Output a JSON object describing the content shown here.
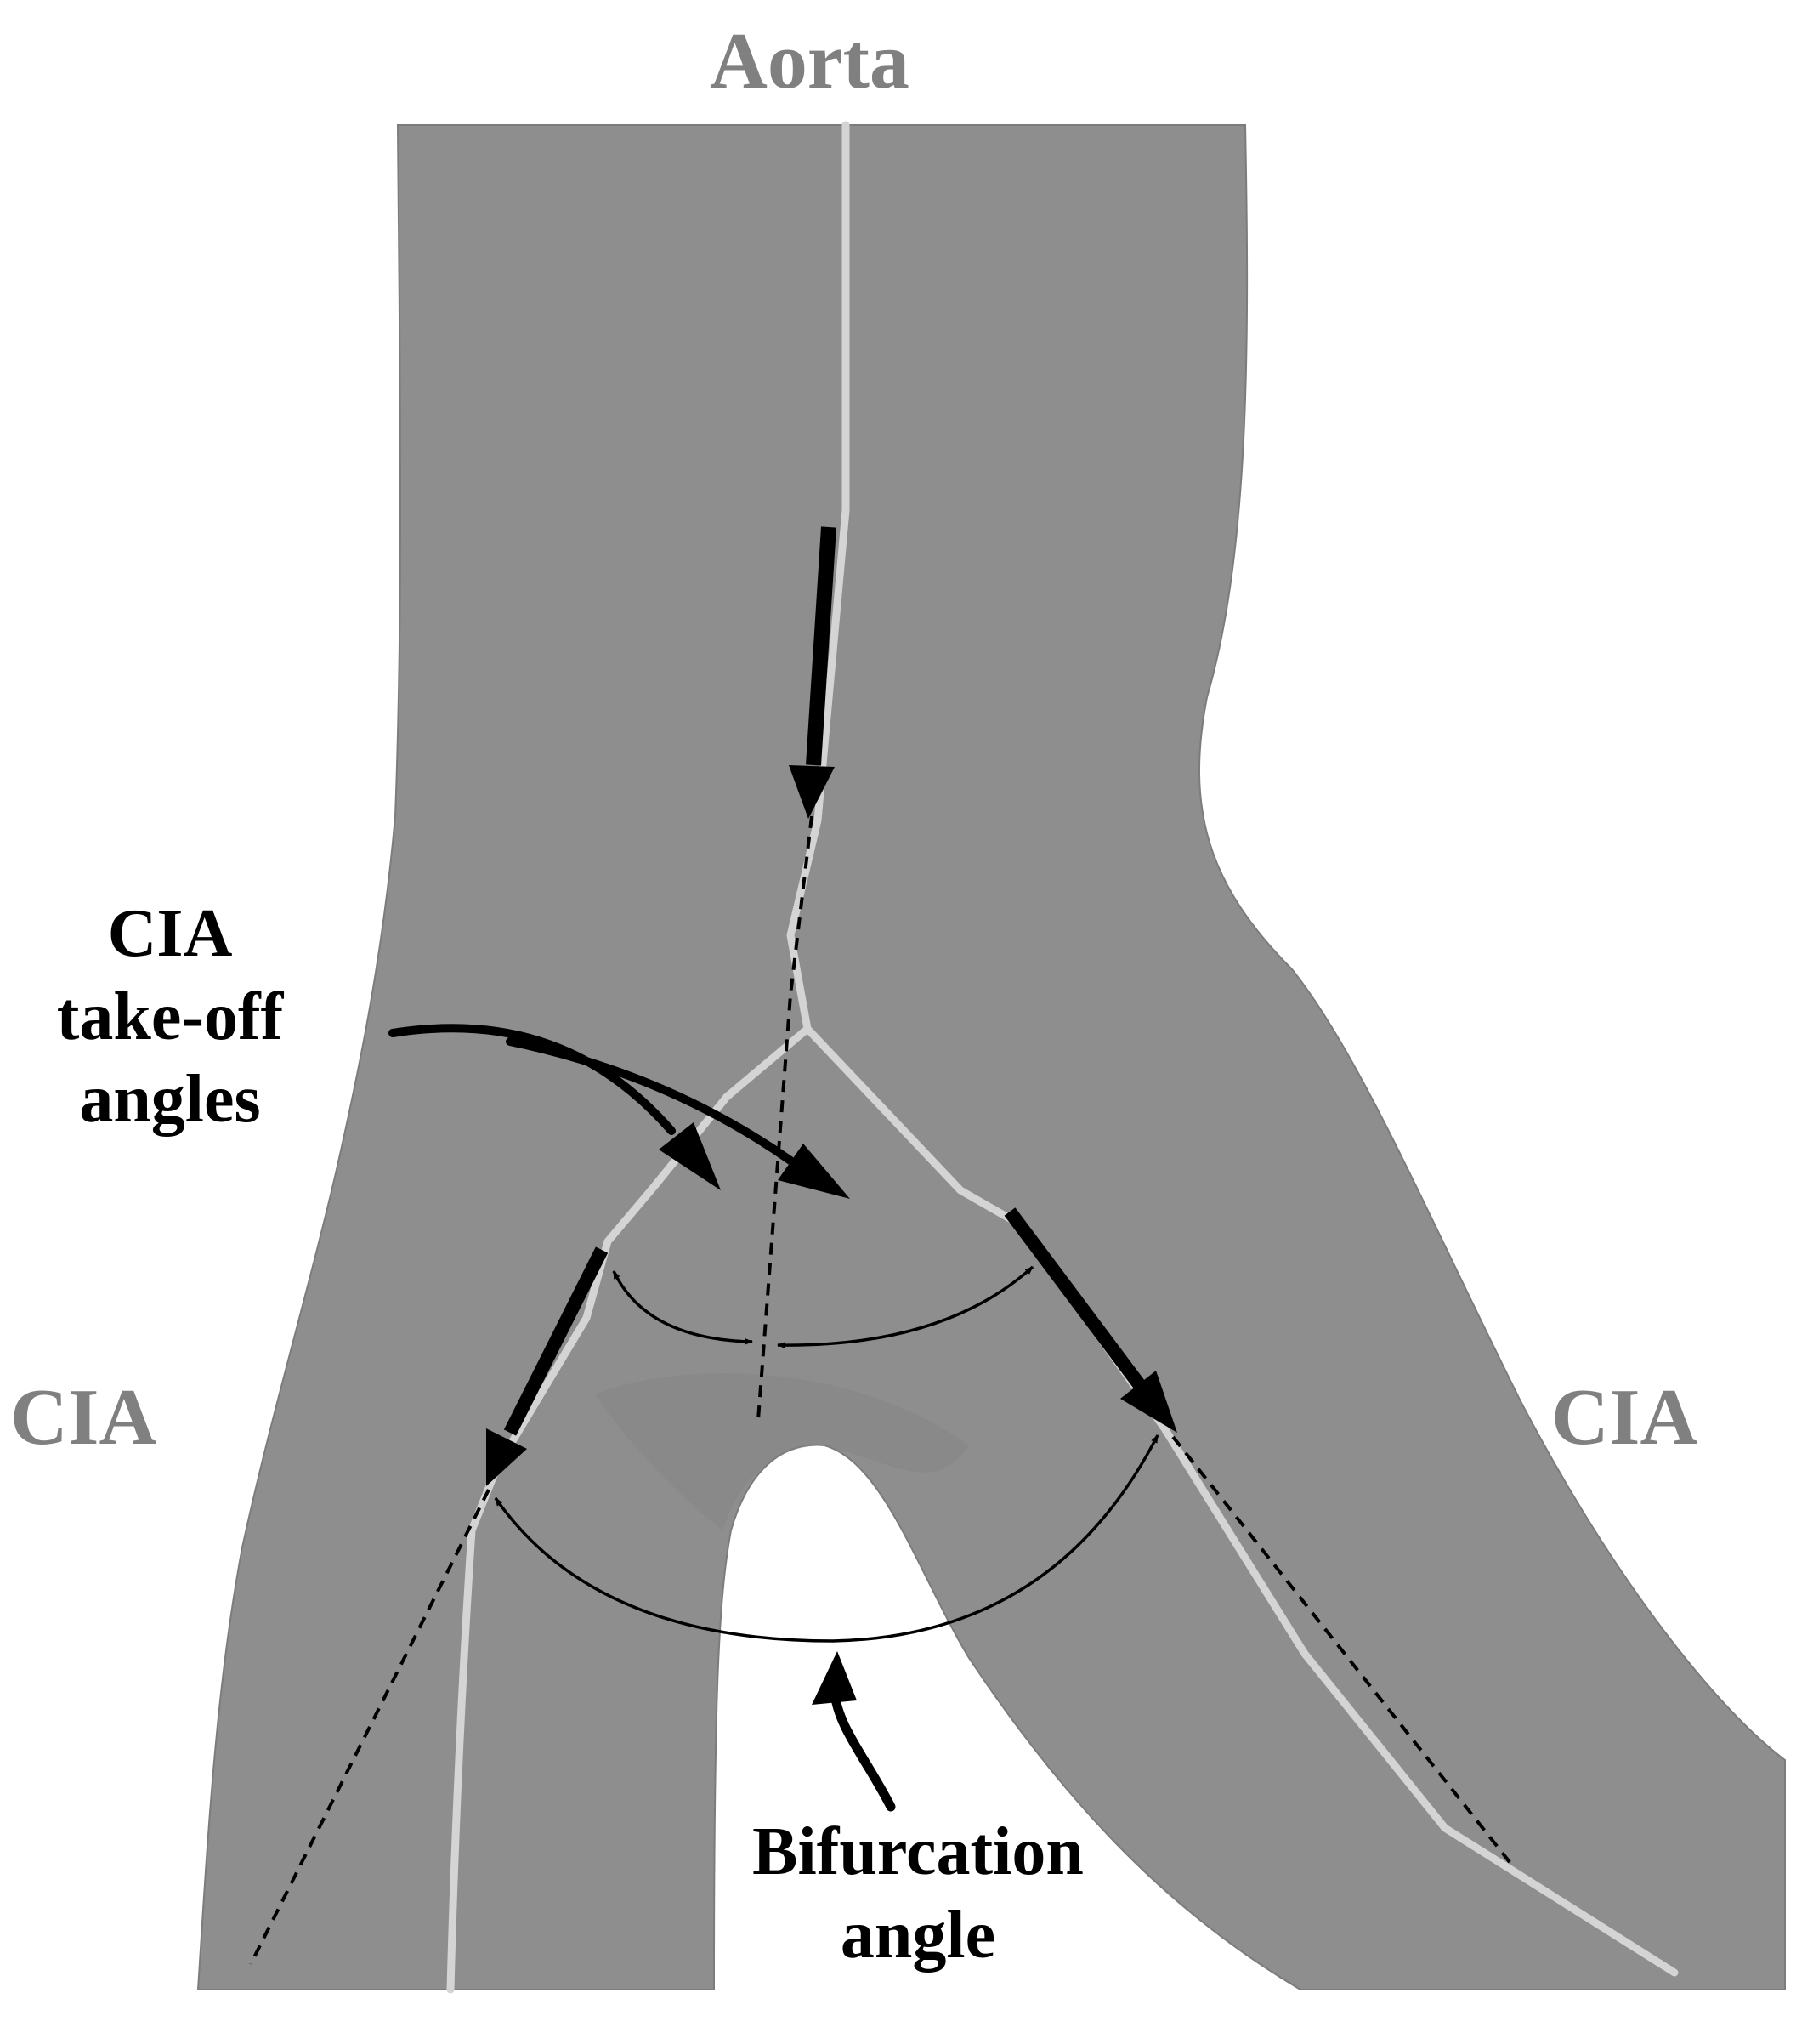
{
  "labels": {
    "aorta": "Aorta",
    "cia_left": "CIA",
    "cia_right": "CIA",
    "takeoff_line1": "CIA",
    "takeoff_line2": "take-off",
    "takeoff_line3": "angles",
    "bifurcation_line1": "Bifurcation",
    "bifurcation_line2": "angle"
  },
  "colors": {
    "background": "#ffffff",
    "vessel": "#8e8e8e",
    "vessel_dark": "#7a7a7a",
    "centerline": "#d4d4d4",
    "annotation": "#000000",
    "region_label": "#808080"
  }
}
